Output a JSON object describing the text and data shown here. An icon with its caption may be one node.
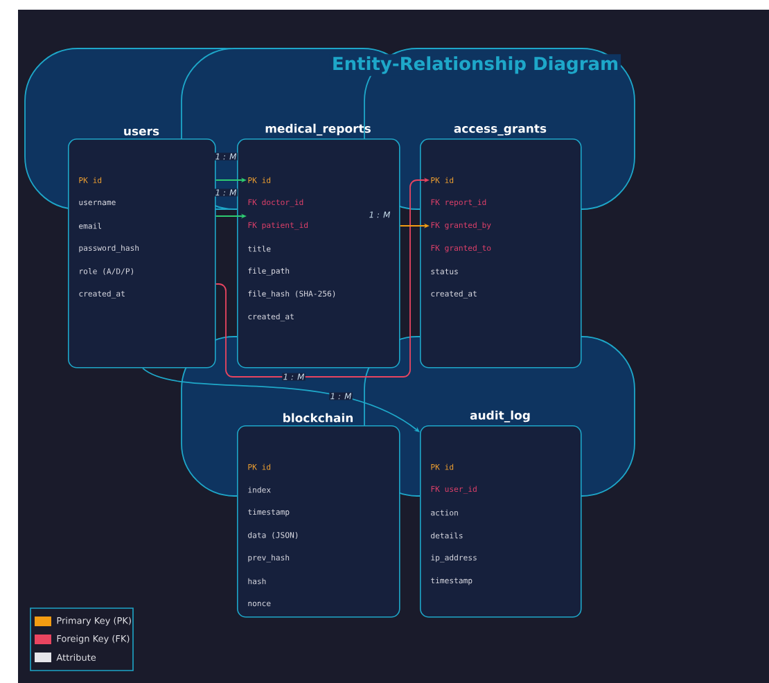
{
  "diagram": {
    "title": "Entity-Relationship Diagram",
    "nodes": [
      {
        "text": [
          "users",
          "PK id",
          "username",
          "email",
          "password_hash",
          "role (A/D/P)",
          "created_at"
        ]
      },
      {
        "text": [
          "medical_reports",
          "PK id",
          "FK doctor_id",
          "FK patient_id",
          "title",
          "file_path",
          "file_hash (SHA-256)",
          "created_at"
        ]
      },
      {
        "text": [
          "access_grants",
          "PK id",
          "FK report_id",
          "FK granted_by",
          "FK granted_to",
          "status",
          "created_at"
        ]
      },
      {
        "text": [
          "blockchain",
          "PK id",
          "index",
          "timestamp",
          "data (JSON)",
          "prev_hash",
          "hash",
          "nonce"
        ]
      },
      {
        "text": [
          "audit_log",
          "PK id",
          "FK user_id",
          "action",
          "details",
          "ip_address",
          "timestamp"
        ]
      }
    ],
    "edges": [
      {
        "from": 0,
        "to": 1,
        "arrow": "to",
        "label": "1 : M",
        "color": "#2ecc71"
      },
      {
        "from": 0,
        "to": 1,
        "arrow": "to",
        "label": "1 : M",
        "color": "#2ecc71"
      },
      {
        "from": 0,
        "to": 2,
        "arrow": "to",
        "label": "1 : M",
        "color": "#e94560"
      },
      {
        "from": 1,
        "to": 2,
        "arrow": "to",
        "label": "1 : M",
        "color": "#f39c12"
      },
      {
        "from": 0,
        "to": 4,
        "arrow": "to",
        "label": "1 : M",
        "color": "#1fa8c9"
      }
    ],
    "legend": [
      {
        "text": "Primary Key (PK)",
        "color": "#f39c12"
      },
      {
        "text": "Foreign Key (FK)",
        "color": "#e94560"
      },
      {
        "text": "Attribute",
        "color": "#e6e6ea"
      }
    ]
  }
}
